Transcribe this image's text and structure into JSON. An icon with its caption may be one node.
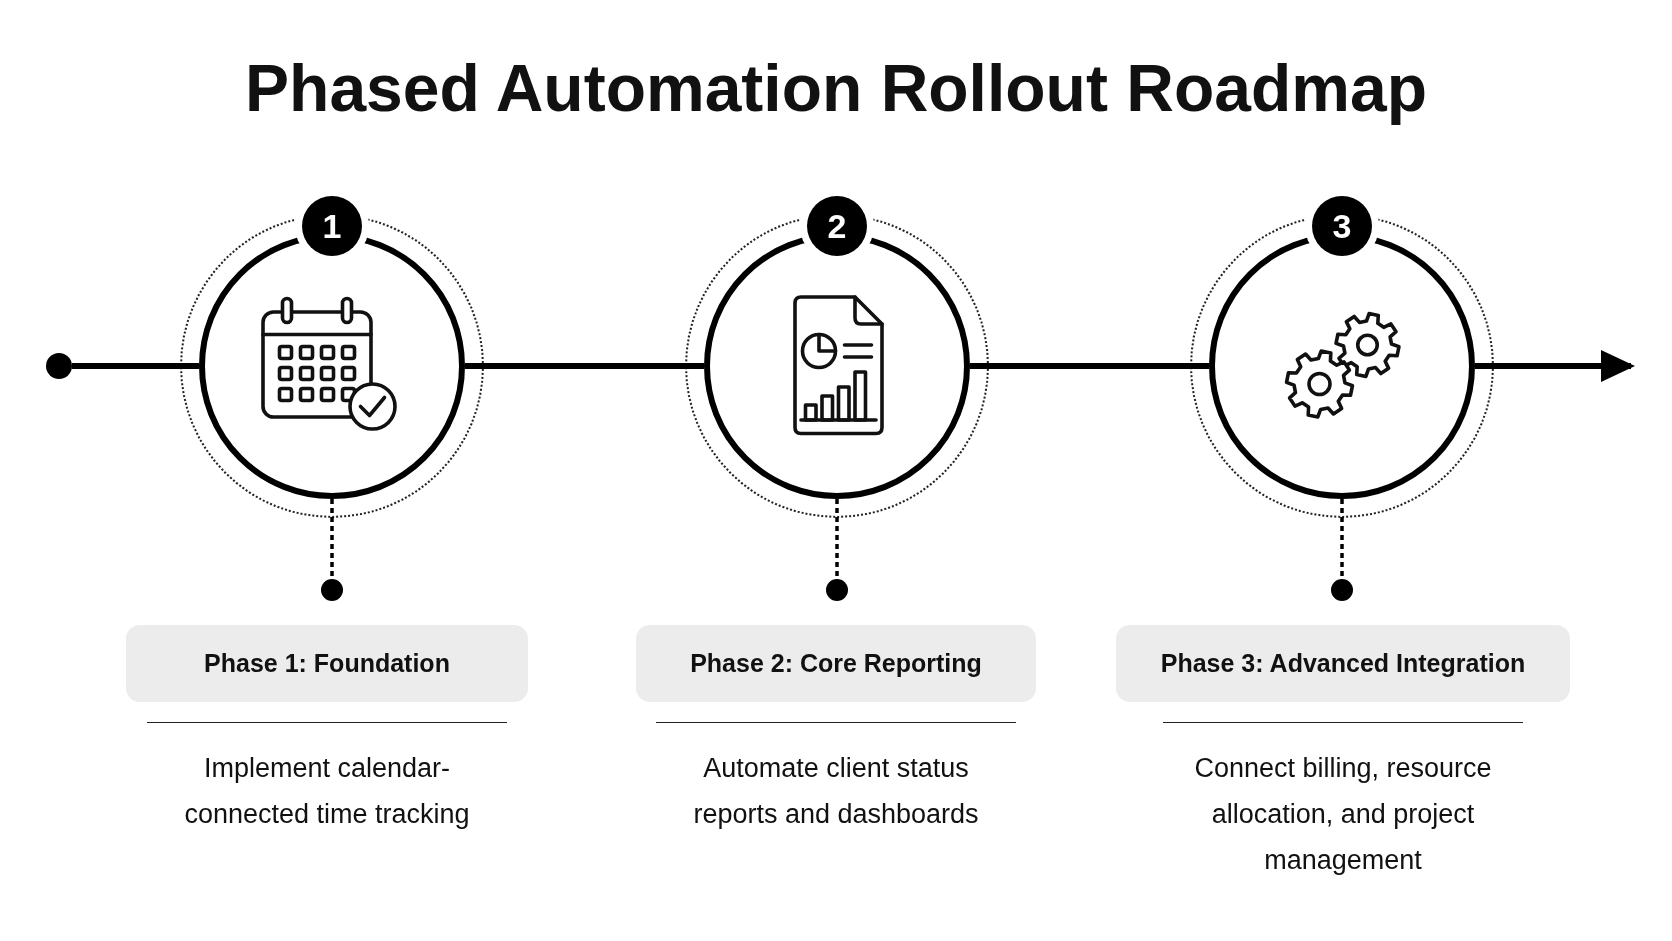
{
  "diagram": {
    "title": "Phased Automation Rollout Roadmap",
    "nodes": [
      {
        "text": [],
        "shape": "circle"
      },
      {
        "text": [
          "1"
        ]
      },
      {
        "text": [
          "2"
        ]
      },
      {
        "text": [
          "3"
        ]
      },
      {
        "text": [
          "Phase 1: Foundation"
        ],
        "beside": [
          "Implement calendar-connected time tracking"
        ]
      },
      {
        "text": [
          "Phase 2: Core Reporting"
        ],
        "beside": [
          "Automate client status reports and dashboards"
        ]
      },
      {
        "text": [
          "Phase 3: Advanced Integration"
        ],
        "beside": [
          "Connect billing, resource allocation, and project management"
        ]
      }
    ],
    "edges": [
      {
        "from": 0,
        "to": 1,
        "arrow": "none"
      },
      {
        "from": 1,
        "to": 2,
        "arrow": "none"
      },
      {
        "from": 2,
        "to": 3,
        "arrow": "none"
      },
      {
        "from": 3,
        "to": null,
        "arrow": "to"
      },
      {
        "from": 1,
        "to": 4,
        "arrow": "other",
        "style": "dashed"
      },
      {
        "from": 2,
        "to": 5,
        "arrow": "other",
        "style": "dashed"
      },
      {
        "from": 3,
        "to": 6,
        "arrow": "other",
        "style": "dashed"
      }
    ]
  }
}
